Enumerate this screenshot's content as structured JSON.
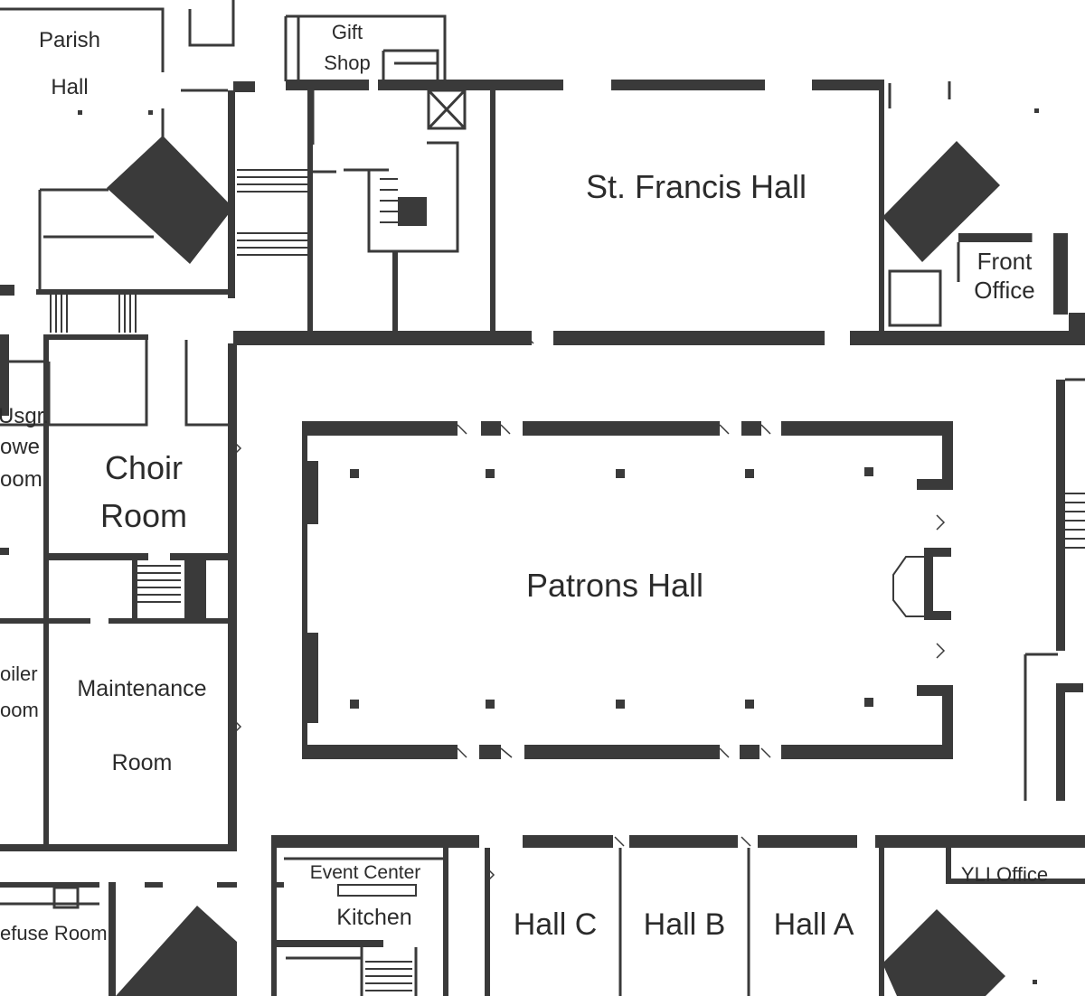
{
  "floor_plan": {
    "rooms": {
      "parish_hall_1": "Parish",
      "parish_hall_2": "Hall",
      "gift_shop_1": "Gift",
      "gift_shop_2": "Shop",
      "st_francis_hall": "St. Francis Hall",
      "front_office_1": "Front",
      "front_office_2": "Office",
      "ushers_room_1": "Usgr.",
      "ushers_room_2": "owe",
      "ushers_room_3": "oom",
      "choir_room_1": "Choir",
      "choir_room_2": "Room",
      "patrons_hall": "Patrons Hall",
      "boiler_room_1": "oiler",
      "boiler_room_2": "oom",
      "maintenance_room_1": "Maintenance",
      "maintenance_room_2": "Room",
      "refuse_room": "efuse Room",
      "event_center_kitchen_1": "Event Center",
      "event_center_kitchen_2": "Kitchen",
      "hall_c": "Hall C",
      "hall_b": "Hall B",
      "hall_a": "Hall A",
      "yli_office": "YLI Office"
    },
    "colors": {
      "wall": "#3a3a3a",
      "background": "#ffffff",
      "text": "#2b2b2b"
    }
  }
}
